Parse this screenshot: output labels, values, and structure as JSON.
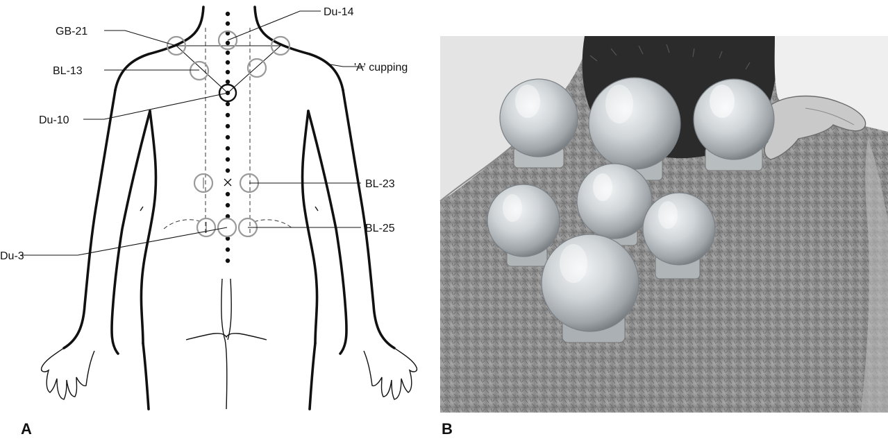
{
  "panels": [
    {
      "id": "A",
      "letter": "A"
    },
    {
      "id": "B",
      "letter": "B"
    }
  ],
  "diagram": {
    "labels": {
      "gb21": "GB-21",
      "du14": "Du-14",
      "bl13": "BL-13",
      "a_cupping": "'A' cupping",
      "du10": "Du-10",
      "bl23": "BL-23",
      "bl25": "BL-25",
      "du3": "Du-3"
    }
  },
  "photo": {
    "subject": "cups-on-upper-back",
    "cup_count": 7
  },
  "colors": {
    "line": "#111111",
    "acupoint_circle": "#9a9a9a",
    "photo_bg": "#8f8f8f",
    "cup_glass": "#d9dde0"
  }
}
